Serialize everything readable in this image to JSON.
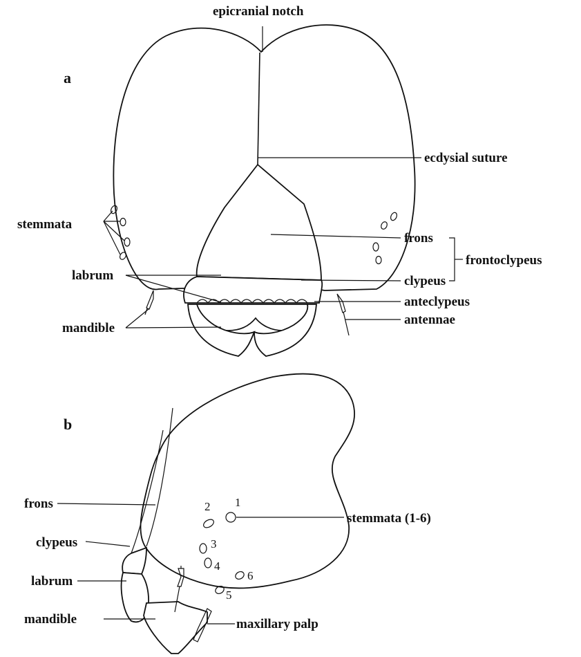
{
  "panel_a": {
    "panel_label": "a",
    "labels": {
      "epicranial_notch": "epicranial notch",
      "ecdysial_suture": "ecdysial suture",
      "stemmata": "stemmata",
      "frons": "frons",
      "frontoclypeus": "frontoclypeus",
      "clypeus": "clypeus",
      "labrum": "labrum",
      "anteclypeus": "anteclypeus",
      "mandible": "mandible",
      "antennae": "antennae"
    }
  },
  "panel_b": {
    "panel_label": "b",
    "labels": {
      "frons": "frons",
      "clypeus": "clypeus",
      "labrum": "labrum",
      "mandible": "mandible",
      "stemmata": "stemmata  (1-6)",
      "maxillary_palp": "maxillary palp"
    },
    "stemma_numbers": [
      "1",
      "2",
      "3",
      "4",
      "5",
      "6"
    ]
  }
}
